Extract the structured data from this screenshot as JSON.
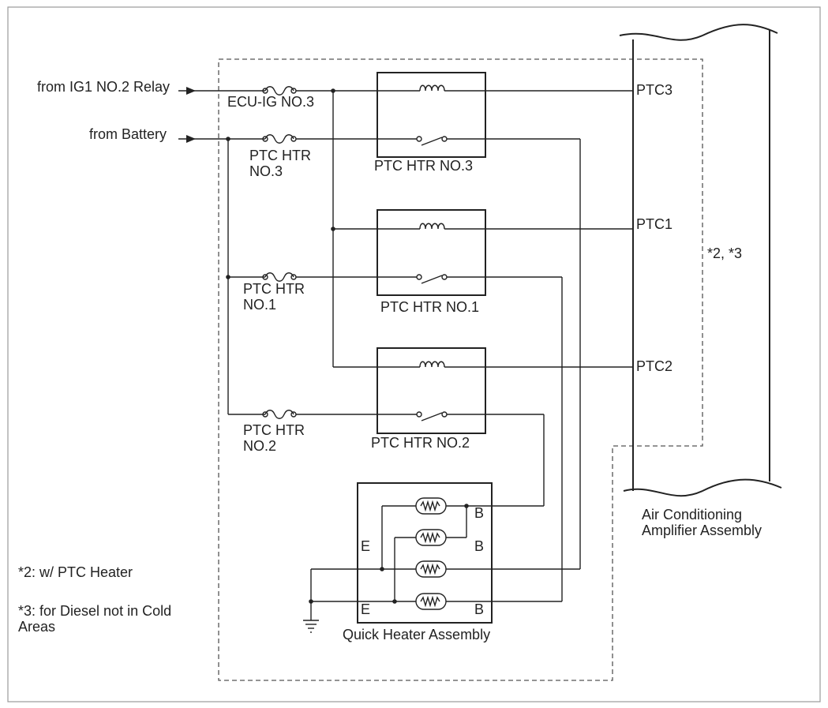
{
  "inputs": {
    "ig1": "from IG1 NO.2 Relay",
    "battery": "from Battery"
  },
  "fuses": {
    "ecu_ig_no3": "ECU-IG NO.3",
    "ptc_htr_no3": [
      "PTC HTR",
      "NO.3"
    ],
    "ptc_htr_no1": [
      "PTC HTR",
      "NO.1"
    ],
    "ptc_htr_no2": [
      "PTC HTR",
      "NO.2"
    ]
  },
  "relays": {
    "no3": "PTC HTR NO.3",
    "no1": "PTC HTR NO.1",
    "no2": "PTC HTR NO.2"
  },
  "terminals": {
    "ptc3": "PTC3",
    "ptc1": "PTC1",
    "ptc2": "PTC2",
    "e": "E",
    "b": "B"
  },
  "amplifier": {
    "note": "*2, *3",
    "name": [
      "Air Conditioning",
      "Amplifier Assembly"
    ]
  },
  "quick_heater": {
    "name": "Quick Heater Assembly"
  },
  "footnotes": {
    "n2": "*2: w/ PTC Heater",
    "n3": [
      "*3: for Diesel not in Cold",
      "Areas"
    ]
  }
}
